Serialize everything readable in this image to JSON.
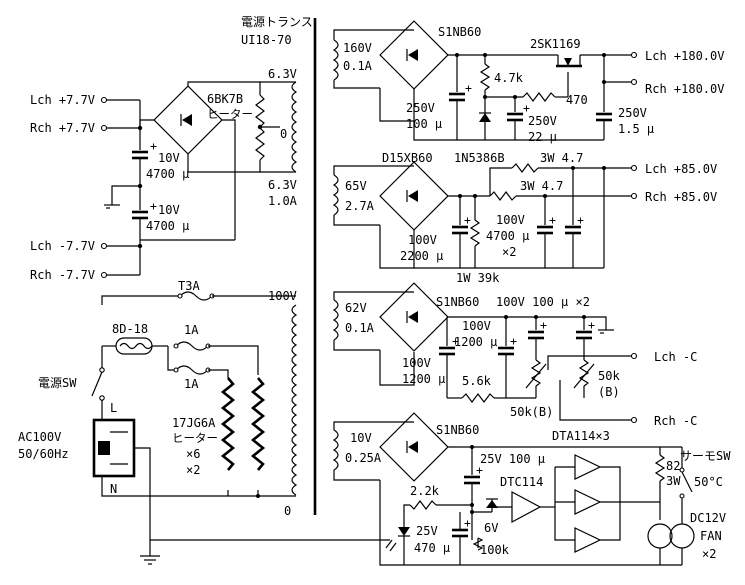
{
  "transformer": {
    "title": "電源トランス",
    "model": "UI18-70"
  },
  "heater_supply": {
    "sec_top": "6.3V",
    "sec_bottom": "6.3V",
    "sec_current": "1.0A",
    "center_tap": "0",
    "rectifier": "6BK7B",
    "rectifier_sub": "ヒーター",
    "cap1_v": "10V",
    "cap1_c": "4700 μ",
    "cap2_v": "10V",
    "cap2_c": "4700 μ",
    "out_lch_pos": "Lch +7.7V",
    "out_rch_pos": "Rch +7.7V",
    "out_lch_neg": "Lch -7.7V",
    "out_rch_neg": "Rch -7.7V"
  },
  "primary": {
    "fuse": "T3A",
    "tap_100v": "100V",
    "tap_0": "0",
    "thermistor": "8D-18",
    "fuse_1a_top": "1A",
    "fuse_1a_bottom": "1A",
    "power_sw": "電源SW",
    "sw_l": "L",
    "sw_n": "N",
    "ac_line1": "AC100V",
    "ac_line2": "50/60Hz",
    "heater_tube": "17JG6A",
    "heater_sub": "ヒーター",
    "heater_count1": "×6",
    "heater_count2": "×2"
  },
  "hv_supply": {
    "sec_v": "160V",
    "sec_a": "0.1A",
    "bridge": "S1NB60",
    "fet": "2SK1169",
    "r_gate": "4.7k",
    "r_series": "470",
    "cap1_v": "250V",
    "cap1_c": "100 μ",
    "cap2_v": "250V",
    "cap2_c": "22 μ",
    "zener": "1N5386B",
    "cap3_v": "250V",
    "cap3_c": "1.5 μ",
    "out_l": "Lch +180.0V",
    "out_r": "Rch +180.0V"
  },
  "mid_supply": {
    "sec_v": "65V",
    "sec_a": "2.7A",
    "bridge": "D15XB60",
    "r1": "3W 4.7",
    "r2": "3W 4.7",
    "cap1_v": "100V",
    "cap1_c": "2200 μ",
    "cap2_v": "100V",
    "cap2_c": "4700 μ",
    "cap2_n": "×2",
    "r_bleed": "1W 39k",
    "out_l": "Lch +85.0V",
    "out_r": "Rch +85.0V"
  },
  "neg_supply": {
    "sec_v": "62V",
    "sec_a": "0.1A",
    "bridge": "S1NB60",
    "caps_label": "100V  100 μ ×2",
    "cap1_v": "100V",
    "cap1_c": "1200 μ",
    "cap2_v": "100V",
    "cap2_c": "1200 μ",
    "r1": "5.6k",
    "vr1": "50k(B)",
    "vr2a": "50k",
    "vr2b": "(B)",
    "out_l": "Lch -C",
    "out_r": "Rch -C"
  },
  "fan_supply": {
    "sec_v": "10V",
    "sec_a": "0.25A",
    "bridge": "S1NB60",
    "cap_v": "25V  100 μ",
    "r1": "2.2k",
    "zener_v": "6V",
    "regulator": "DTC114",
    "buffer": "DTA114×3",
    "cap2_v": "25V",
    "cap2_c": "470 μ",
    "r2": "100k",
    "r3": "3W",
    "r3b": "82",
    "thermo_sw": "サーモSW",
    "thermo_t": "50°C",
    "fan_v": "DC12V",
    "fan_l": "FAN",
    "fan_n": "×2"
  }
}
